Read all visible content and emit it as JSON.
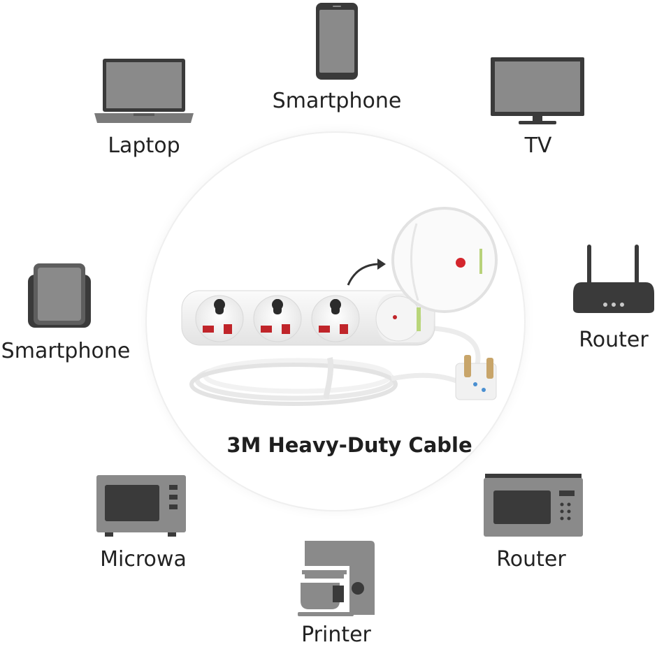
{
  "devices": {
    "smartphone_top": {
      "label": "Smartphone",
      "icon": "smartphone-icon"
    },
    "laptop": {
      "label": "Laptop",
      "icon": "laptop-icon"
    },
    "tv": {
      "label": "TV",
      "icon": "tv-icon"
    },
    "smartphone_left": {
      "label": "Smartphone",
      "icon": "phone-dock-icon"
    },
    "router_right": {
      "label": "Router",
      "icon": "router-icon"
    },
    "microwave": {
      "label": "Microwa",
      "icon": "microwave-icon"
    },
    "printer": {
      "label": "Printer",
      "icon": "coffee-maker-icon"
    },
    "router_bottom": {
      "label": "Router",
      "icon": "microwave-icon"
    }
  },
  "product": {
    "caption": "3M Heavy-Duty Cable",
    "image": "extension-board-image",
    "accent": "#c0252a"
  },
  "colors": {
    "icon_fill": "#8a8a8a",
    "icon_dark": "#3a3a3a",
    "text": "#222222"
  }
}
